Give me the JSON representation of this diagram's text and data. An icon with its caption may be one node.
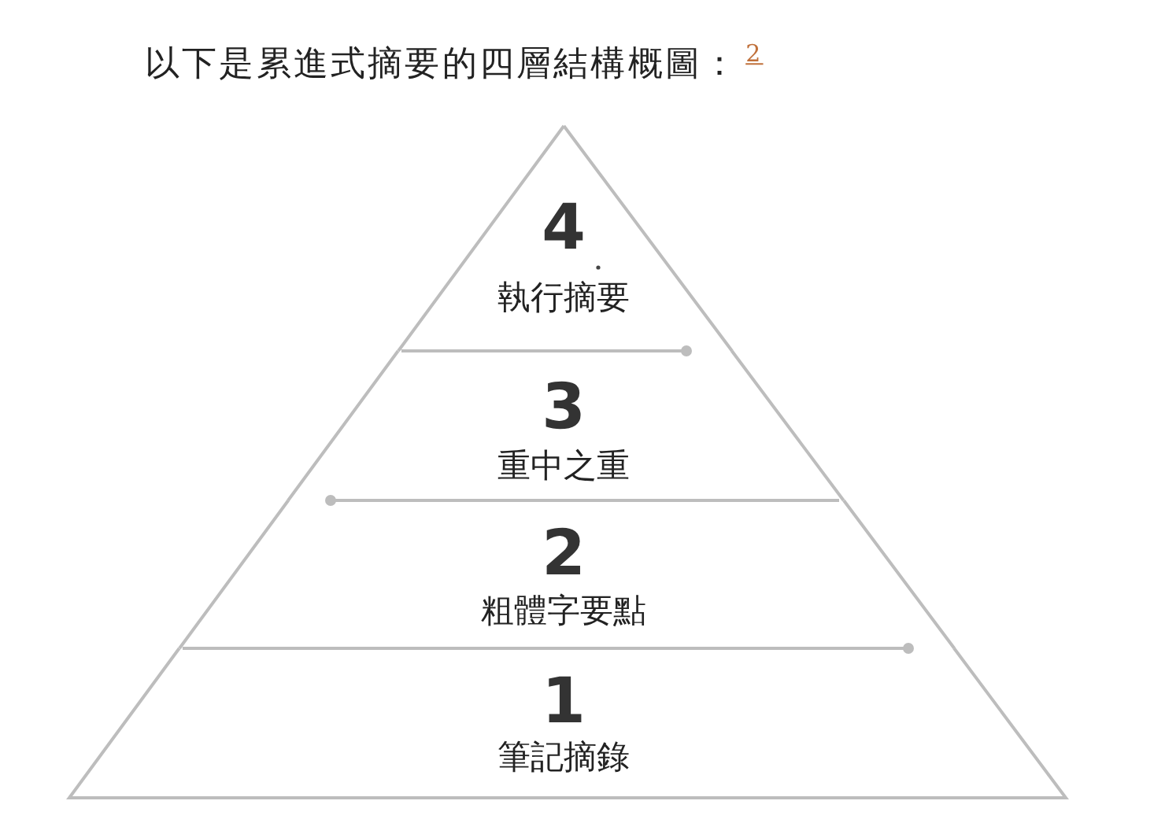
{
  "diagram": {
    "title": "以下是累進式摘要的四層結構概圖：$^{2}$",
    "nodes": [
      {
        "text": [
          "4",
          "執行摘要"
        ]
      },
      {
        "text": [
          "3",
          "重中之重"
        ]
      },
      {
        "text": [
          "2",
          "粗體字要點"
        ]
      },
      {
        "text": [
          "1",
          "筆記摘錄"
        ]
      }
    ]
  }
}
